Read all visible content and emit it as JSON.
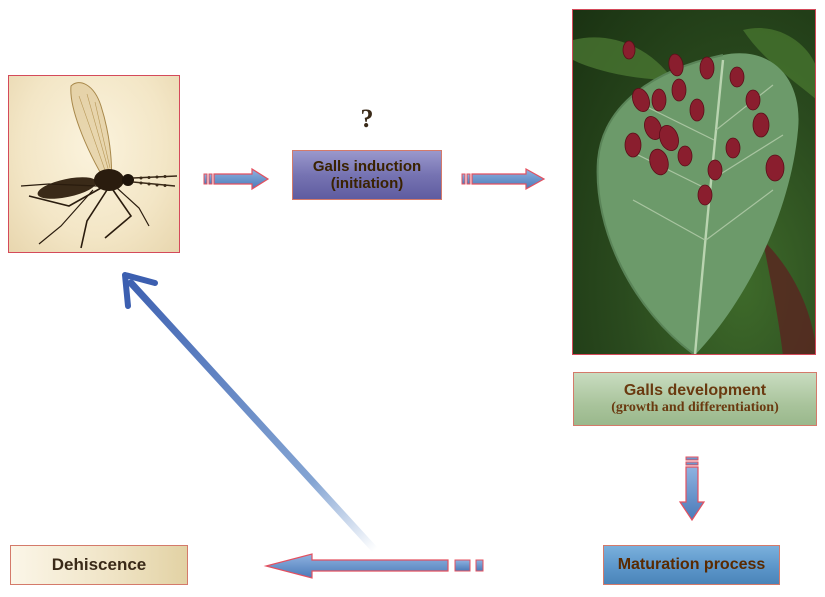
{
  "nodes": {
    "question_mark": "?",
    "galls_induction": {
      "line1": "Galls induction",
      "line2": "(initiation)"
    },
    "galls_development": {
      "line1": "Galls development",
      "line2": "(growth and differentiation)"
    },
    "maturation": "Maturation process",
    "dehiscence": "Dehiscence"
  },
  "images": {
    "insect": "gall-midge-photo",
    "leaf": "leaf-with-galls-photo"
  },
  "colors": {
    "arrow_blue": "#5b86c4",
    "arrow_outline": "#e4505f",
    "box_border": "#d47a6a",
    "induction_bg": "#7d7ab8",
    "development_text": "#6a3a10",
    "beige": "#efe3c4"
  }
}
